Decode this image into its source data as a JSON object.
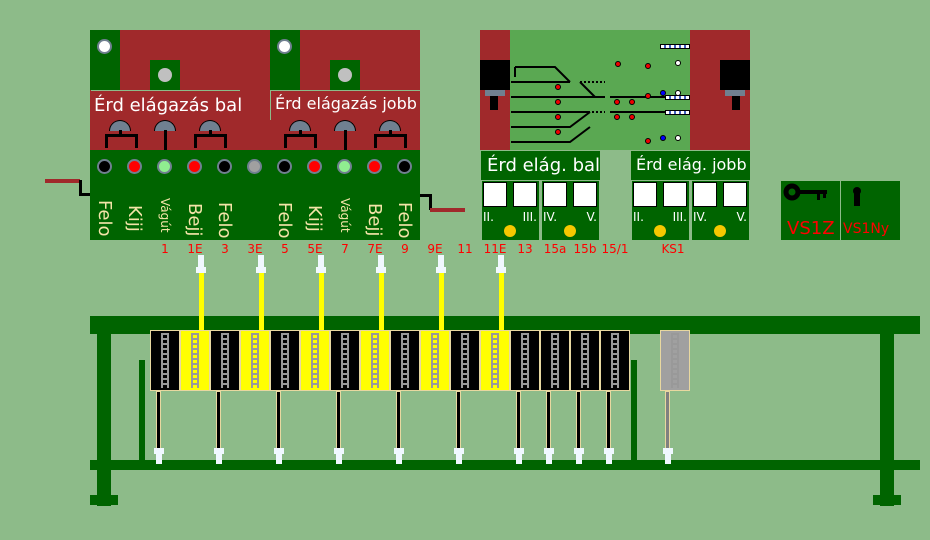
{
  "panel_left": {
    "title": "Érd elágazás bal",
    "labels": [
      "Felo",
      "Kijj",
      "Vágút",
      "Bejj",
      "Felo"
    ]
  },
  "panel_right": {
    "title": "Érd elágazás jobb",
    "labels": [
      "Felo",
      "Kijj",
      "Vágút",
      "Bejj",
      "Felo"
    ]
  },
  "lamps": [
    "#000000",
    "#ff0000",
    "#90ee90",
    "#ff0000",
    "#000000",
    "#a0a0a0",
    "#000000",
    "#ff0000",
    "#90ee90",
    "#ff0000",
    "#000000"
  ],
  "block_bal": {
    "title": "Érd elág. bal",
    "tracks": [
      "II.",
      "III.",
      "IV.",
      "V."
    ]
  },
  "block_jobb": {
    "title": "Érd elág. jobb",
    "tracks": [
      "II.",
      "III.",
      "IV.",
      "V."
    ]
  },
  "keys": [
    {
      "label": "VS1Z",
      "icon": "key-icon"
    },
    {
      "label": "VS1Ny",
      "icon": "keyhole-icon"
    }
  ],
  "levers": [
    {
      "label": "1",
      "state": "normal"
    },
    {
      "label": "1E",
      "state": "reversed"
    },
    {
      "label": "3",
      "state": "normal"
    },
    {
      "label": "3E",
      "state": "reversed"
    },
    {
      "label": "5",
      "state": "normal"
    },
    {
      "label": "5E",
      "state": "reversed"
    },
    {
      "label": "7",
      "state": "normal"
    },
    {
      "label": "7E",
      "state": "reversed"
    },
    {
      "label": "9",
      "state": "normal"
    },
    {
      "label": "9E",
      "state": "reversed"
    },
    {
      "label": "11",
      "state": "normal"
    },
    {
      "label": "11E",
      "state": "reversed"
    },
    {
      "label": "13",
      "state": "normal"
    },
    {
      "label": "15a",
      "state": "normal"
    },
    {
      "label": "15b",
      "state": "normal"
    },
    {
      "label": "15/1",
      "state": "normal"
    }
  ],
  "key_lever": {
    "label": "KS1",
    "state": "disabled"
  },
  "colors": {
    "background": "#8dbb89",
    "panel_green": "#006400",
    "panel_red": "#a0292b",
    "reversed": "#ffff00",
    "normal": "#000000"
  }
}
